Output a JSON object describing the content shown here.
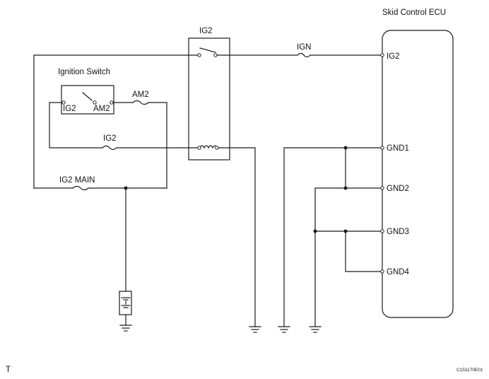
{
  "labels": {
    "ecu_title": "Skid Control ECU",
    "relay_title": "IG2",
    "ign_fuse": "IGN",
    "ignition_switch_title": "Ignition Switch",
    "switch_ig2": "IG2",
    "switch_am2": "AM2",
    "am2_fuse": "AM2",
    "ig2_fuse": "IG2",
    "ig2_main_fuse": "IG2 MAIN",
    "ecu_pins": [
      "IG2",
      "GND1",
      "GND2",
      "GND3",
      "GND4"
    ],
    "corner_mark": "T",
    "figure_code": "C151170E01"
  },
  "colors": {
    "line": "#1a1a1a",
    "background": "#ffffff"
  }
}
